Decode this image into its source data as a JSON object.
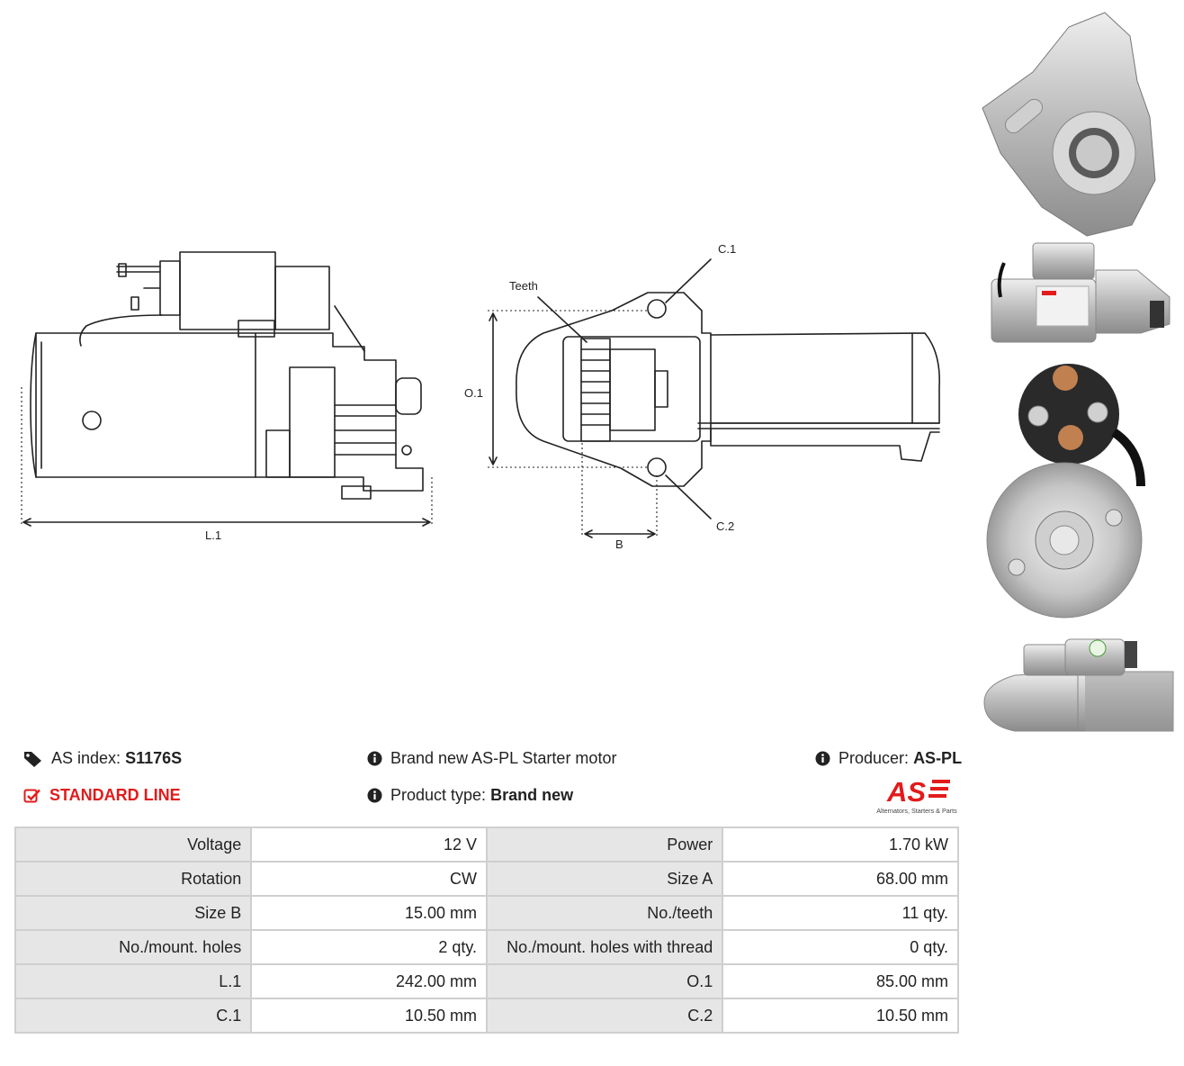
{
  "drawing_labels": {
    "l1": "L.1",
    "o1": "O.1",
    "b": "B",
    "c1": "C.1",
    "c2": "C.2",
    "teeth": "Teeth"
  },
  "info": {
    "as_index_label": "AS index:",
    "as_index_value": "S1176S",
    "line": "STANDARD LINE",
    "description": "Brand new AS-PL Starter motor",
    "product_type_label": "Product type:",
    "product_type_value": "Brand new",
    "producer_label": "Producer:",
    "producer_value": "AS-PL"
  },
  "logo": {
    "mark": "AS",
    "tagline": "Alternators, Starters & Parts"
  },
  "icons": {
    "tag": "tag-icon",
    "check": "checkbox-icon",
    "info": "info-icon"
  },
  "colors": {
    "accent_red": "#e21b1b",
    "label_cell": "#e6e6e6",
    "grid": "#cfcfcf"
  },
  "specs": [
    {
      "k1": "Voltage",
      "v1": "12 V",
      "k2": "Power",
      "v2": "1.70 kW"
    },
    {
      "k1": "Rotation",
      "v1": "CW",
      "k2": "Size A",
      "v2": "68.00 mm"
    },
    {
      "k1": "Size B",
      "v1": "15.00 mm",
      "k2": "No./teeth",
      "v2": "11 qty."
    },
    {
      "k1": "No./mount. holes",
      "v1": "2 qty.",
      "k2": "No./mount. holes with thread",
      "v2": "0 qty."
    },
    {
      "k1": "L.1",
      "v1": "242.00 mm",
      "k2": "O.1",
      "v2": "85.00 mm"
    },
    {
      "k1": "C.1",
      "v1": "10.50 mm",
      "k2": "C.2",
      "v2": "10.50 mm"
    }
  ]
}
